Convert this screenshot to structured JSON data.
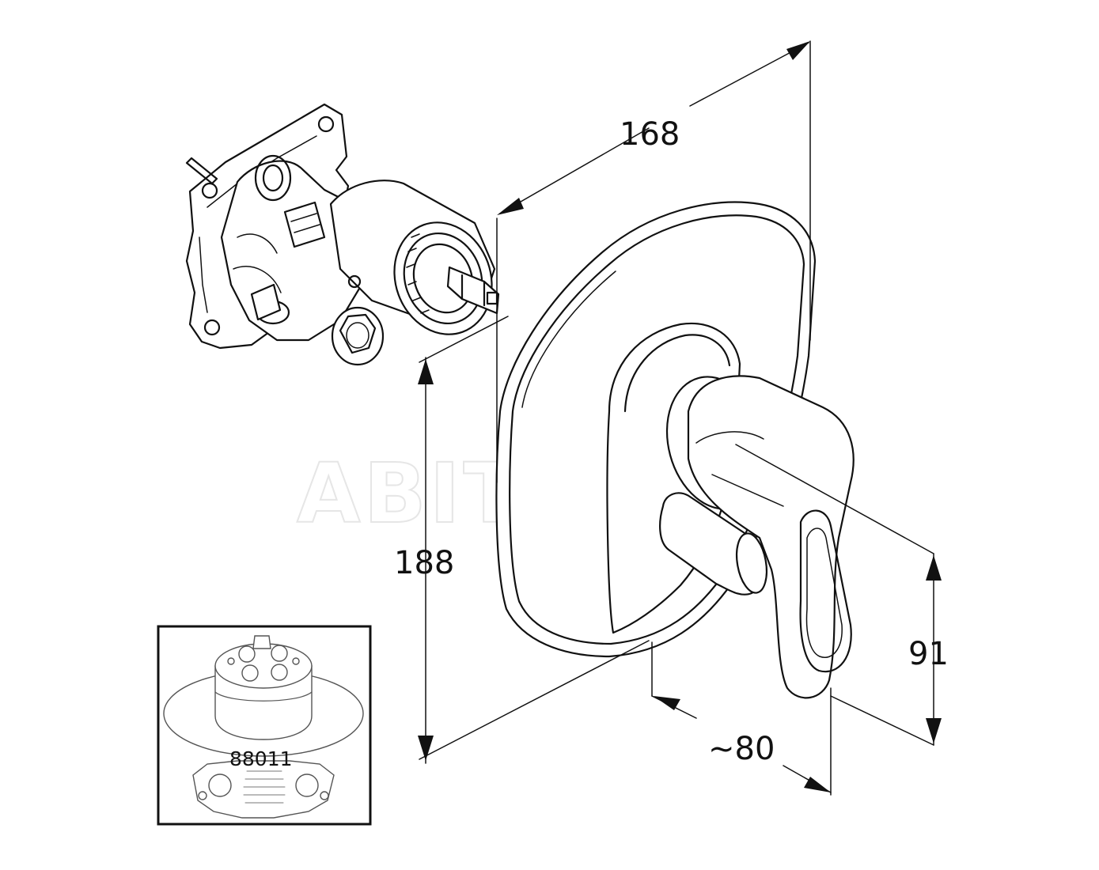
{
  "watermark": "ABITANT",
  "dimensions": {
    "width_label": "168",
    "height_label": "188",
    "handle_height_label": "91",
    "projection_label": "~80"
  },
  "inset": {
    "part_number": "88011"
  },
  "icons": {
    "main": "mixer-faceplate-with-lever-handle",
    "valve": "concealed-diverter-valve-body",
    "inset": "universal-installation-box"
  }
}
